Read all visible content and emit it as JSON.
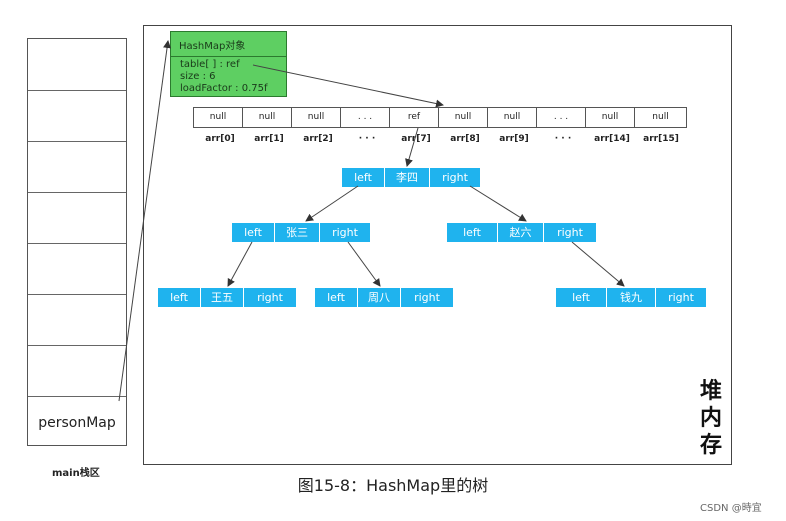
{
  "stack": {
    "variable": "personMap",
    "caption": "main栈区"
  },
  "heap": {
    "label_chars": [
      "堆",
      "内",
      "存"
    ]
  },
  "hashmap": {
    "title": "HashMap对象",
    "fields": [
      "table[ ] : ref",
      "size : 6",
      "loadFactor : 0.75f"
    ]
  },
  "array": {
    "cells": [
      "null",
      "null",
      "null",
      ". . .",
      "ref",
      "null",
      "null",
      ". . .",
      "null",
      "null"
    ],
    "indices": [
      "arr[0]",
      "arr[1]",
      "arr[2]",
      "· · ·",
      "arr[7]",
      "arr[8]",
      "arr[9]",
      "· · ·",
      "arr[14]",
      "arr[15]"
    ]
  },
  "tree": {
    "nodes": [
      {
        "left": "left",
        "name": "李四",
        "right": "right"
      },
      {
        "left": "left",
        "name": "张三",
        "right": "right"
      },
      {
        "left": "left",
        "name": "赵六",
        "right": "right"
      },
      {
        "left": "left",
        "name": "王五",
        "right": "right"
      },
      {
        "left": "left",
        "name": "周八",
        "right": "right"
      },
      {
        "left": "left",
        "name": "钱九",
        "right": "right"
      }
    ]
  },
  "caption": "图15-8：HashMap里的树",
  "watermark": "CSDN @時宜"
}
